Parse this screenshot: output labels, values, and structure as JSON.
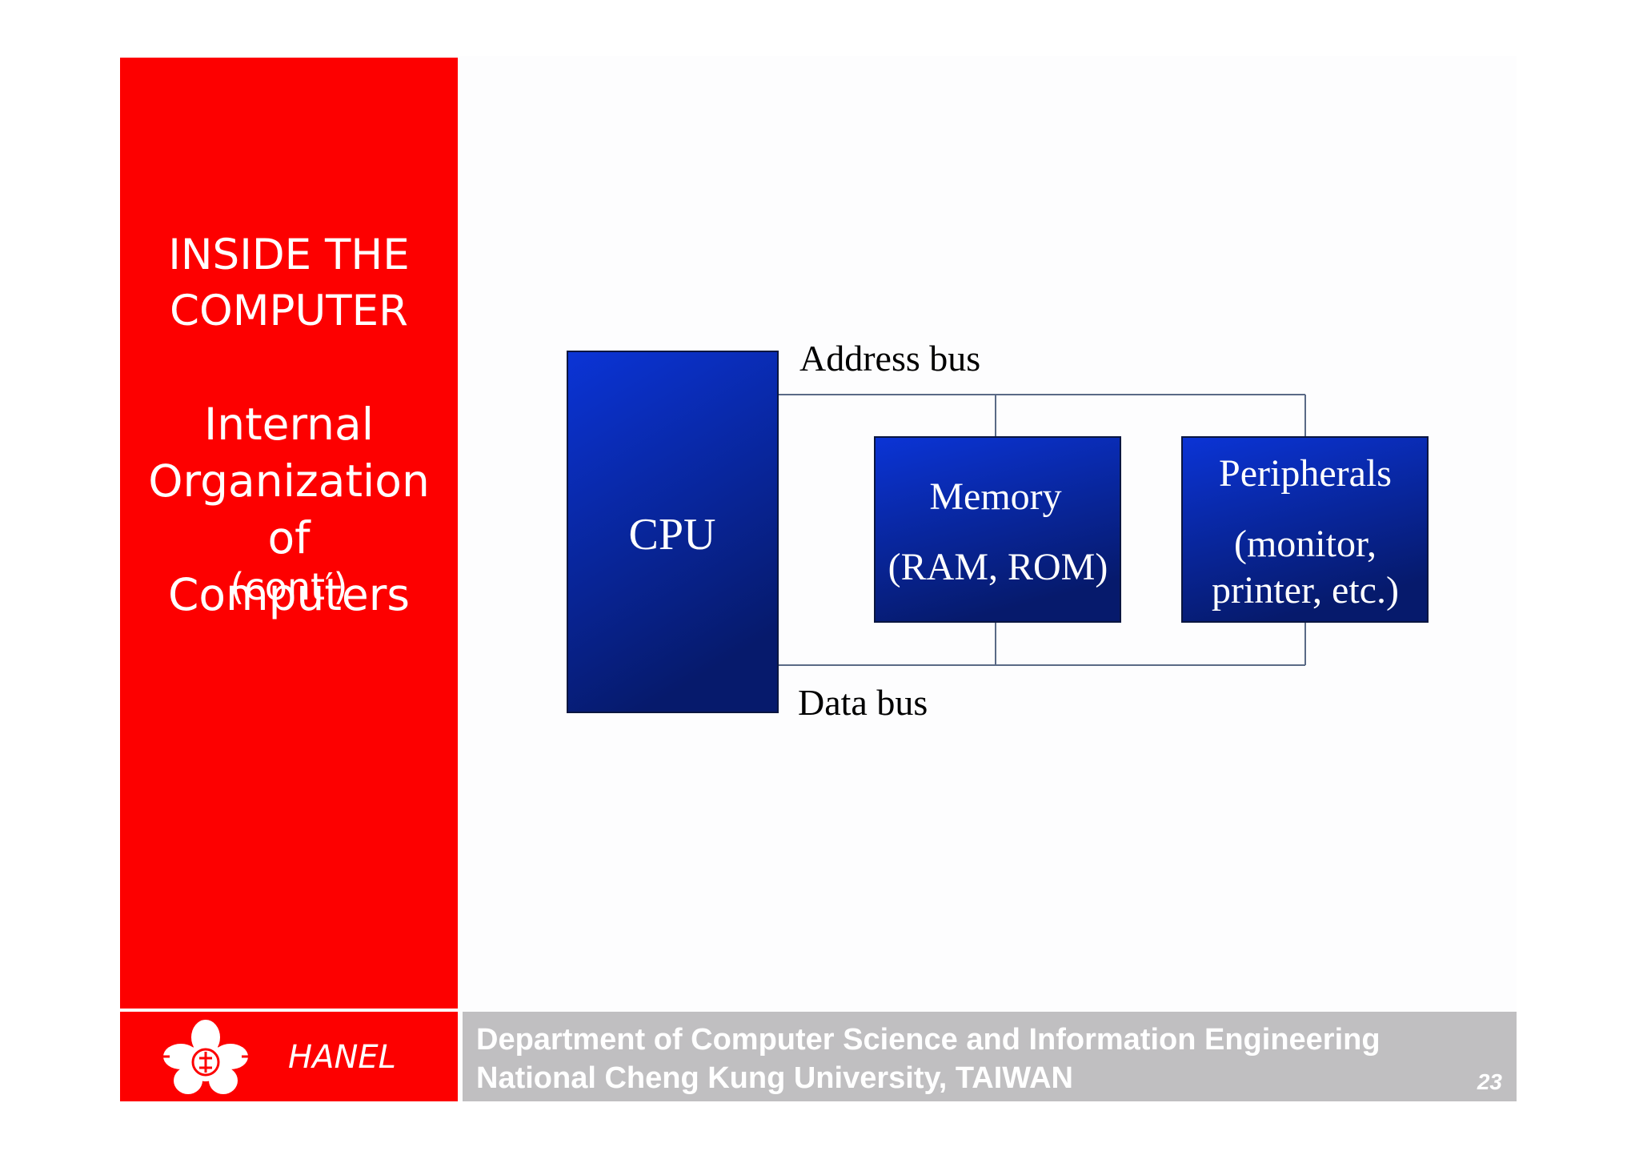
{
  "sidebar": {
    "title_lines": [
      "INSIDE THE",
      "COMPUTER"
    ],
    "subtitle_lines": [
      "Internal",
      "Organization of",
      "Computers"
    ],
    "cont": "(cont′)"
  },
  "diagram": {
    "cpu": "CPU",
    "memory": {
      "line1": "Memory",
      "line2": "(RAM, ROM)"
    },
    "peripherals": {
      "line1": "Peripherals",
      "line2": "(monitor,",
      "line3": "printer, etc.)"
    },
    "address_bus": "Address bus",
    "data_bus": "Data bus"
  },
  "footer": {
    "author": "HANEL",
    "department": "Department of Computer Science and Information Engineering",
    "university": "National Cheng Kung University, TAIWAN",
    "page": "23"
  },
  "colors": {
    "sidebar_red": "#fd0000",
    "box_blue_top": "#0b32d2",
    "box_blue_bottom": "#061a6e",
    "footer_gray": "#c0bfc1"
  }
}
